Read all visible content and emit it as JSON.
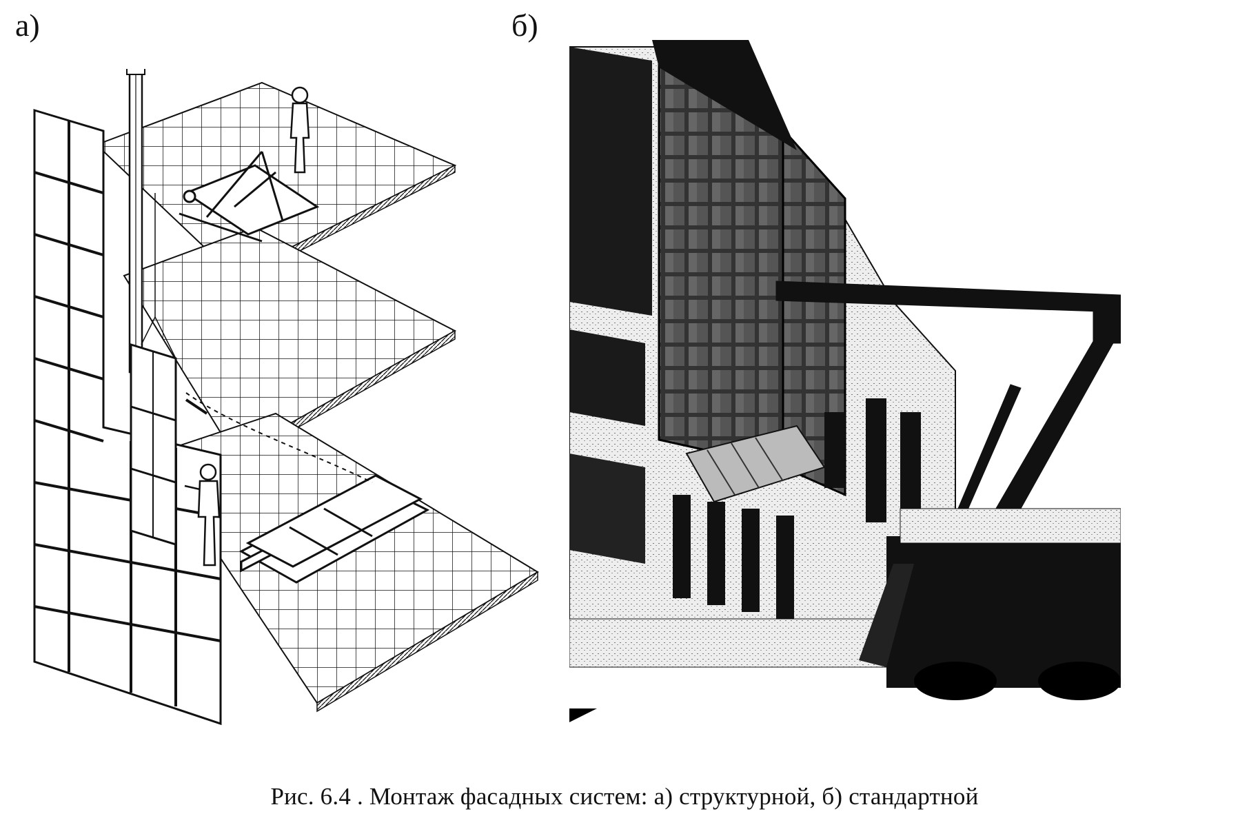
{
  "figure": {
    "label_a": "а)",
    "label_b": "б)",
    "caption": "Рис. 6.4 . Монтаж фасадных систем: а) структурной, б) стандартной"
  },
  "illustration_a": {
    "description_icon": "facade-panel-mounting-drawing-icon"
  },
  "illustration_b": {
    "description_icon": "building-with-crane-photo-icon"
  }
}
